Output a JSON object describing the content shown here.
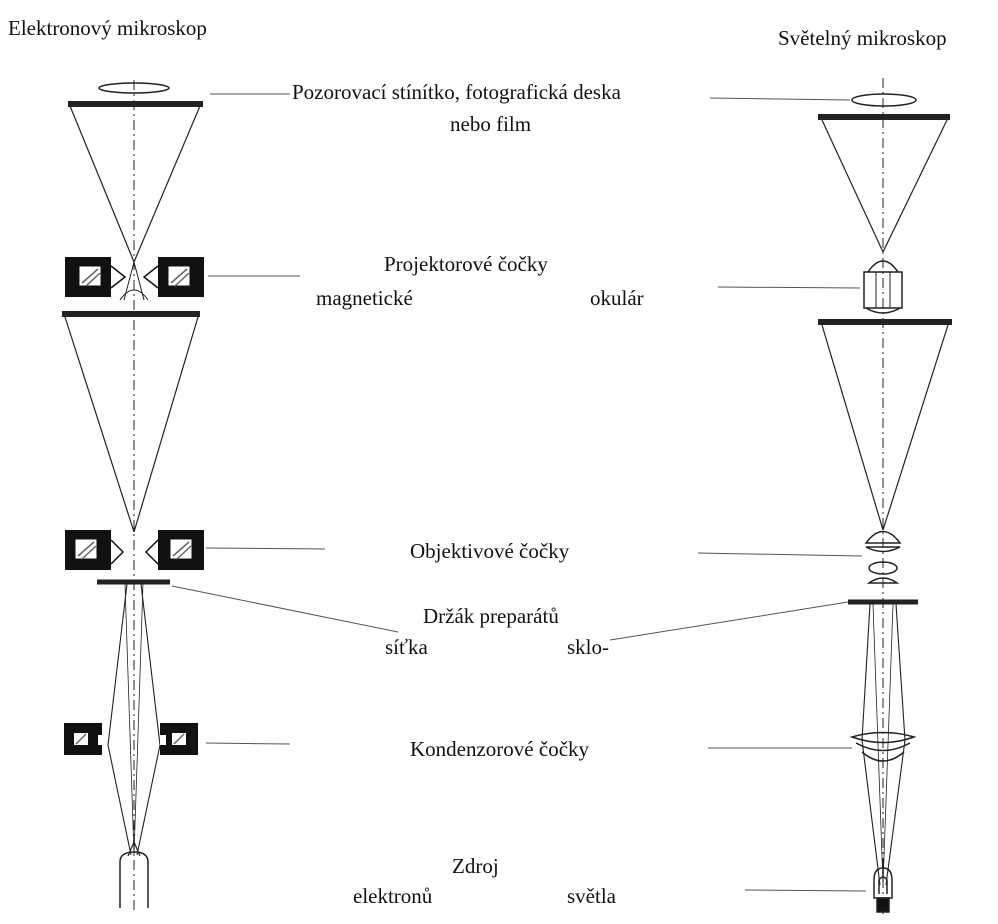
{
  "columns": {
    "left_title": "Elektronový mikroskop",
    "right_title": "Světelný mikroskop"
  },
  "labels": {
    "screen_line1": "Pozorovací stínítko, fotografická deska",
    "screen_line2": "nebo film",
    "projector_title": "Projektorové čočky",
    "projector_left": "magnetické",
    "projector_right": "okulár",
    "objective": "Objektivové čočky",
    "holder_title": "Držák preparátů",
    "holder_left": "síťka",
    "holder_right": "sklo-",
    "condenser": "Kondenzorové čočky",
    "source_title": "Zdroj",
    "source_left": "elektronů",
    "source_right": "světla"
  },
  "colors": {
    "ink": "#111111",
    "line": "#555555"
  }
}
